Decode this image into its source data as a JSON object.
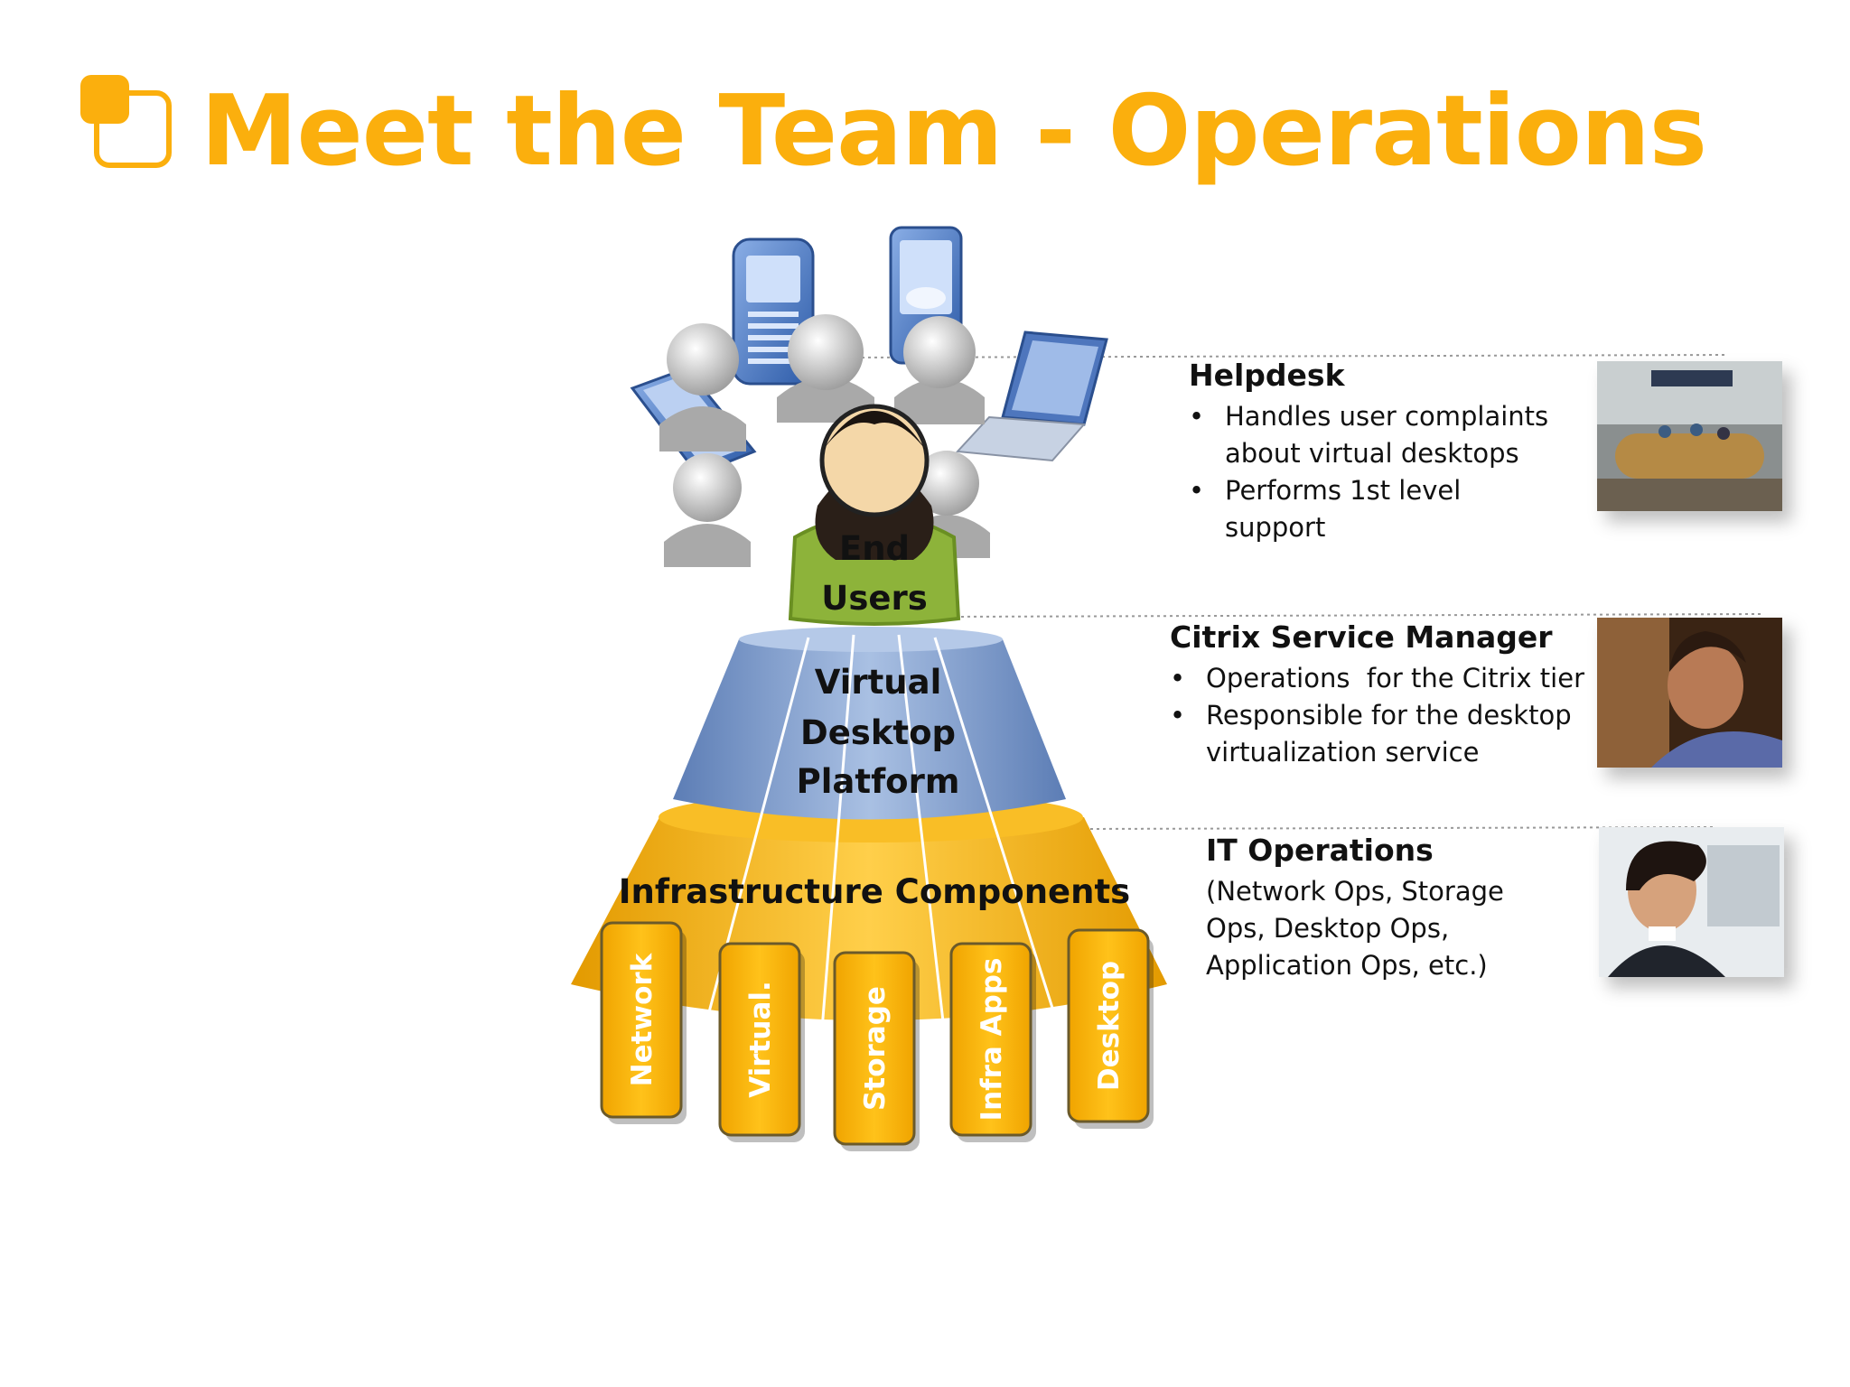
{
  "slide": {
    "title": "Meet the Team - Operations",
    "accent_color": "#FBAF0D"
  },
  "diagram": {
    "end_users_label_line1": "End",
    "end_users_label_line2": "Users",
    "platform_label_line1": "Virtual",
    "platform_label_line2": "Desktop",
    "platform_label_line3": "Platform",
    "infra_label": "Infrastructure Components",
    "components": [
      "Network",
      "Virtual.",
      "Storage",
      "Infra Apps",
      "Desktop"
    ],
    "colors": {
      "platform": "#7E9CCB",
      "infra": "#F5B100",
      "user_shirt": "#8DB33A",
      "component": "#F7B000"
    }
  },
  "roles": [
    {
      "title": "Helpdesk",
      "bullets": [
        "Handles user complaints about virtual desktops",
        "Performs 1st level support"
      ],
      "photo_icon": "helpdesk-photo"
    },
    {
      "title": "Citrix Service Manager",
      "bullets": [
        "Operations  for the Citrix tier",
        "Responsible for the desktop virtualization service"
      ],
      "photo_icon": "stressed-man-photo"
    },
    {
      "title": "IT Operations",
      "description": "(Network Ops, Storage Ops, Desktop Ops, Application Ops, etc.)",
      "photo_icon": "woman-photo"
    }
  ]
}
